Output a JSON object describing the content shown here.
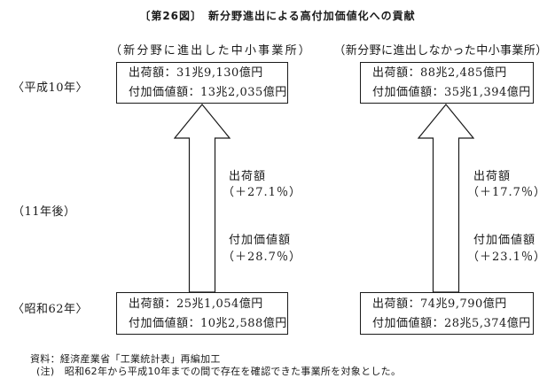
{
  "figure": {
    "title": "〔第26図〕　新分野進出による高付加価値化への貢献"
  },
  "row_labels": {
    "heisei10": "〈平成10年〉",
    "years_after": "（11年後）",
    "showa62": "〈昭和62年〉"
  },
  "columns": [
    {
      "header": "（新分野に進出した中小事業所）",
      "heisei10_box": {
        "shipment": "出荷額：31兆9,130億円",
        "value_added": "付加価値額：13兆2,035億円"
      },
      "showa62_box": {
        "shipment": "出荷額：25兆1,054億円",
        "value_added": "付加価値額：10兆2,588億円"
      },
      "growth": {
        "shipment_label": "出荷額",
        "shipment_change": "（＋27.1％）",
        "value_added_label": "付加価値額",
        "value_added_change": "（＋28.7％）"
      }
    },
    {
      "header": "（新分野に進出しなかった中小事業所）",
      "heisei10_box": {
        "shipment": "出荷額：88兆2,485億円",
        "value_added": "付加価値額：35兆1,394億円"
      },
      "showa62_box": {
        "shipment": "出荷額：74兆9,790億円",
        "value_added": "付加価値額：28兆5,374億円"
      },
      "growth": {
        "shipment_label": "出荷額",
        "shipment_change": "（＋17.7％）",
        "value_added_label": "付加価値額",
        "value_added_change": "（＋23.1％）"
      }
    }
  ],
  "footer": {
    "source": "資料：経済産業省「工業統計表」再編加工",
    "note": "(注)　昭和62年から平成10年までの間で存在を確認できた事業所を対象とした。"
  },
  "colors": {
    "background": "#ffffff",
    "ink": "#1a1a1a"
  }
}
